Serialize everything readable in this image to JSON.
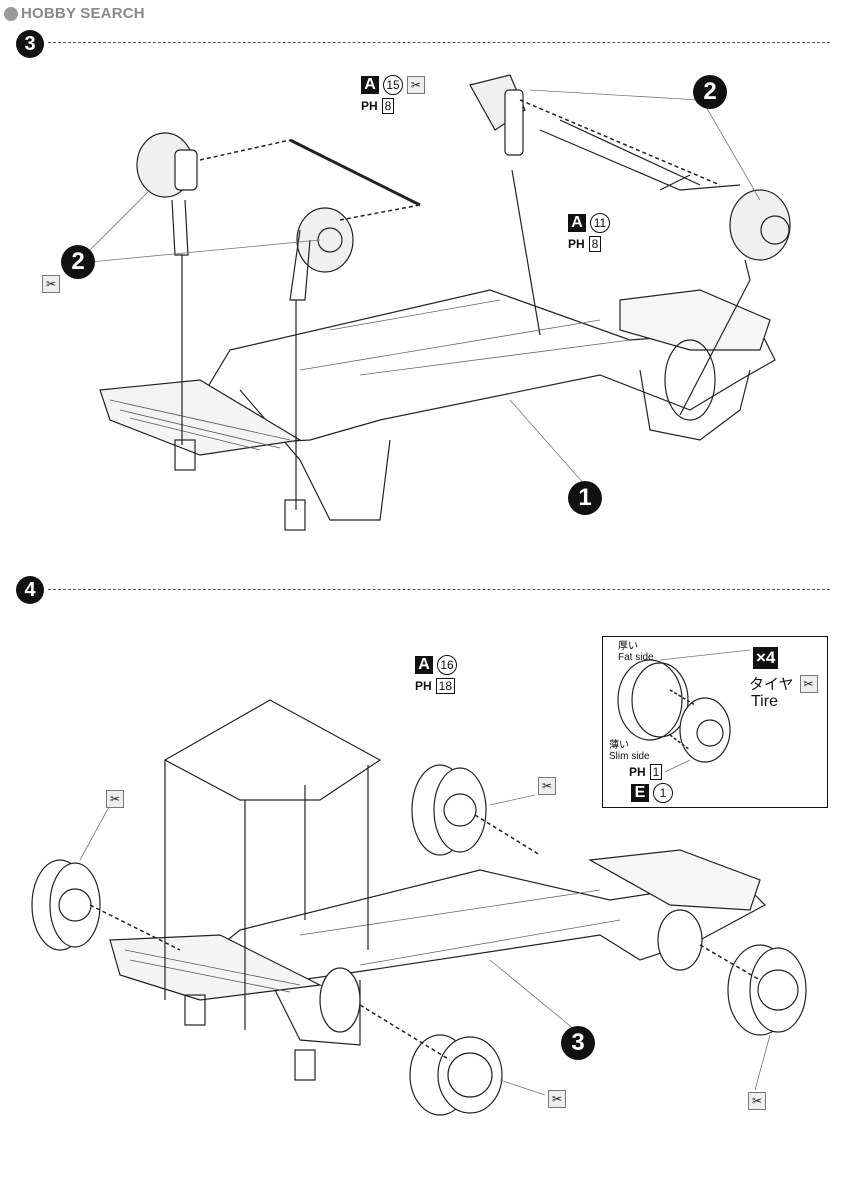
{
  "watermark": "HOBBY SEARCH",
  "steps": [
    {
      "number": "3",
      "callouts": [
        "2",
        "2",
        "1"
      ],
      "parts": [
        {
          "runner": "A",
          "number": "15",
          "ph_label": "PH",
          "ph_number": "8"
        },
        {
          "runner": "A",
          "number": "11",
          "ph_label": "PH",
          "ph_number": "8"
        }
      ]
    },
    {
      "number": "4",
      "callouts": [
        "3"
      ],
      "parts": [
        {
          "runner": "A",
          "number": "16",
          "ph_label": "PH",
          "ph_number": "18"
        }
      ]
    }
  ],
  "tire_inset": {
    "count": "×4",
    "title_jp": "タイヤ",
    "title_en": "Tire",
    "fat_jp": "厚い",
    "fat_en": "Fat side",
    "slim_jp": "薄い",
    "slim_en": "Slim side",
    "ph_label": "PH",
    "ph_number": "1",
    "runner": "E",
    "number": "1"
  },
  "icons": {
    "cut": "nipper-icon"
  }
}
